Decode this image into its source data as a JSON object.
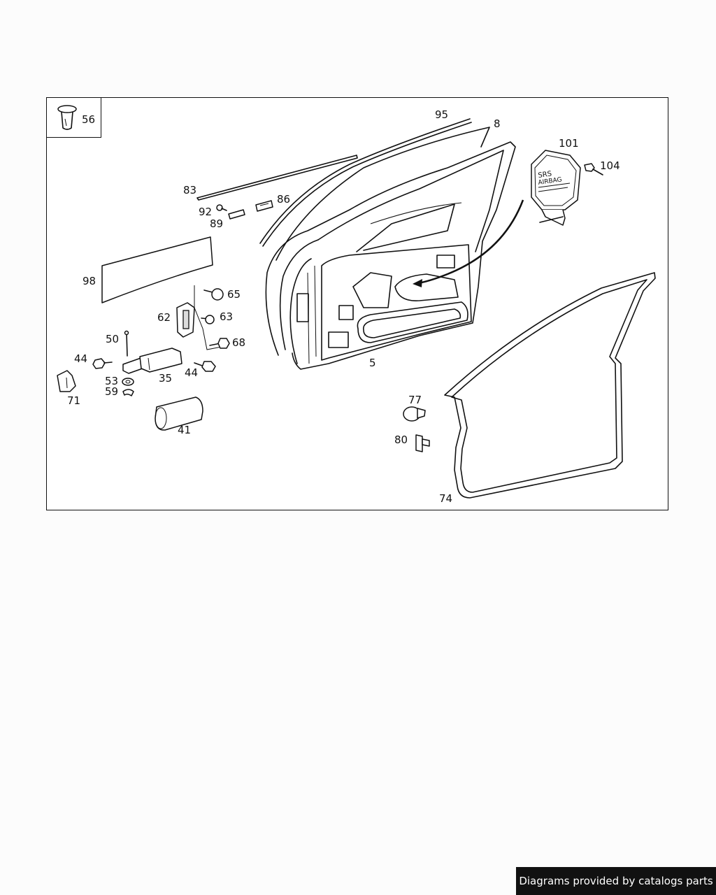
{
  "labels": {
    "p56": "56",
    "p95": "95",
    "p8": "8",
    "p101": "101",
    "p104": "104",
    "p83": "83",
    "p92": "92",
    "p89": "89",
    "p86": "86",
    "p98": "98",
    "p65": "65",
    "p62": "62",
    "p63": "63",
    "p68": "68",
    "p50": "50",
    "p44a": "44",
    "p44b": "44",
    "p35": "35",
    "p53": "53",
    "p59": "59",
    "p71": "71",
    "p41": "41",
    "p5": "5",
    "p77": "77",
    "p80": "80",
    "p74": "74"
  },
  "airbag": {
    "line1": "SRS",
    "line2": "AIRBAG"
  },
  "footer": {
    "credit": "Diagrams provided by catalogs parts"
  }
}
